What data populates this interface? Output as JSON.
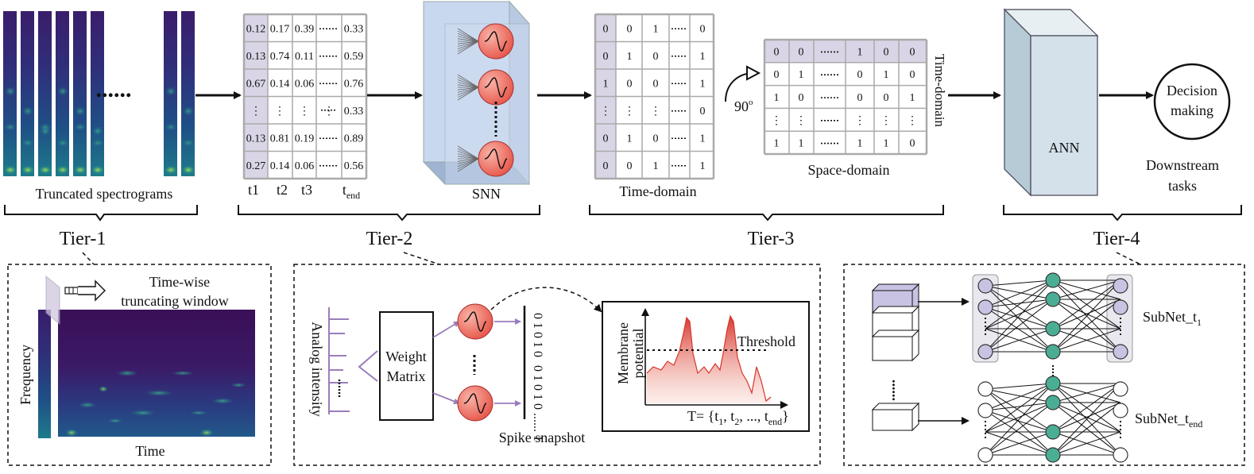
{
  "tier1": {
    "caption": "Truncated spectrograms",
    "tier_label": "Tier-1",
    "inset": {
      "window_label_line1": "Time-wise",
      "window_label_line2": "truncating window",
      "x_axis": "Time",
      "y_axis": "Frequency"
    }
  },
  "tier2": {
    "matrix": [
      [
        "0.12",
        "0.17",
        "0.39",
        "0.33"
      ],
      [
        "0.13",
        "0.74",
        "0.11",
        "0.59"
      ],
      [
        "0.67",
        "0.14",
        "0.06",
        "0.76"
      ],
      [
        "⋮",
        "⋮",
        "⋮",
        "0.33"
      ],
      [
        "0.13",
        "0.81",
        "0.19",
        "0.89"
      ],
      [
        "0.27",
        "0.14",
        "0.06",
        "0.56"
      ]
    ],
    "col_labels": [
      "t1",
      "t2",
      "t3",
      "t"
    ],
    "col_label_sub": "end",
    "snn_label": "SNN",
    "tier_label": "Tier-2",
    "inset": {
      "analog_label": "Analog intensity",
      "weight_line1": "Weight",
      "weight_line2": "Matrix",
      "spike_seq_1": "0 1 0 1 0",
      "spike_seq_2": "0 1 0 1 0 ...... 1",
      "snapshot_label": "Spike snapshot",
      "membrane_line1": "Membrane",
      "membrane_line2": "potential",
      "threshold_label": "Threshold",
      "t_formula_prefix": "T= {t",
      "t_formula_mid": ", t",
      "t_formula_dots": ", ..., t",
      "t_formula_end": "}",
      "sub_1": "1",
      "sub_2": "2",
      "sub_end": "end"
    }
  },
  "tier3": {
    "time_matrix": [
      [
        "0",
        "0",
        "1",
        "0"
      ],
      [
        "0",
        "1",
        "0",
        "1"
      ],
      [
        "1",
        "0",
        "0",
        "1"
      ],
      [
        "⋮",
        "⋮",
        "⋮",
        "0"
      ],
      [
        "0",
        "1",
        "0",
        "1"
      ],
      [
        "0",
        "0",
        "1",
        "1"
      ]
    ],
    "time_caption": "Time-domain",
    "rotate_label": "90",
    "rotate_sup": "o",
    "space_matrix": [
      [
        "0",
        "0",
        "1",
        "0",
        "0"
      ],
      [
        "0",
        "1",
        "0",
        "1",
        "0"
      ],
      [
        "1",
        "0",
        "0",
        "0",
        "1"
      ],
      [
        "⋮",
        "⋮",
        "⋮",
        "⋮",
        "⋮"
      ],
      [
        "1",
        "1",
        "1",
        "1",
        "0"
      ]
    ],
    "space_caption": "Space-domain",
    "side_label": "Time-domain",
    "tier_label": "Tier-3"
  },
  "tier4": {
    "ann_label": "ANN",
    "decision_line1": "Decision",
    "decision_line2": "making",
    "downstream_line1": "Downstream",
    "downstream_line2": "tasks",
    "tier_label": "Tier-4",
    "inset": {
      "subnet1_prefix": "SubNet_t",
      "subnet1_sub": "1",
      "subnet2_prefix": "SubNet_t",
      "subnet2_sub": "end"
    }
  },
  "colors": {
    "highlight": "#d9d5e6",
    "neuron": "#f08075",
    "node_green": "#4aae94",
    "node_purple": "#c9c3e3",
    "snn_face": "#c8d8ef",
    "ann_face": "#d4e1ea",
    "purple_line": "#9a7dbb"
  }
}
